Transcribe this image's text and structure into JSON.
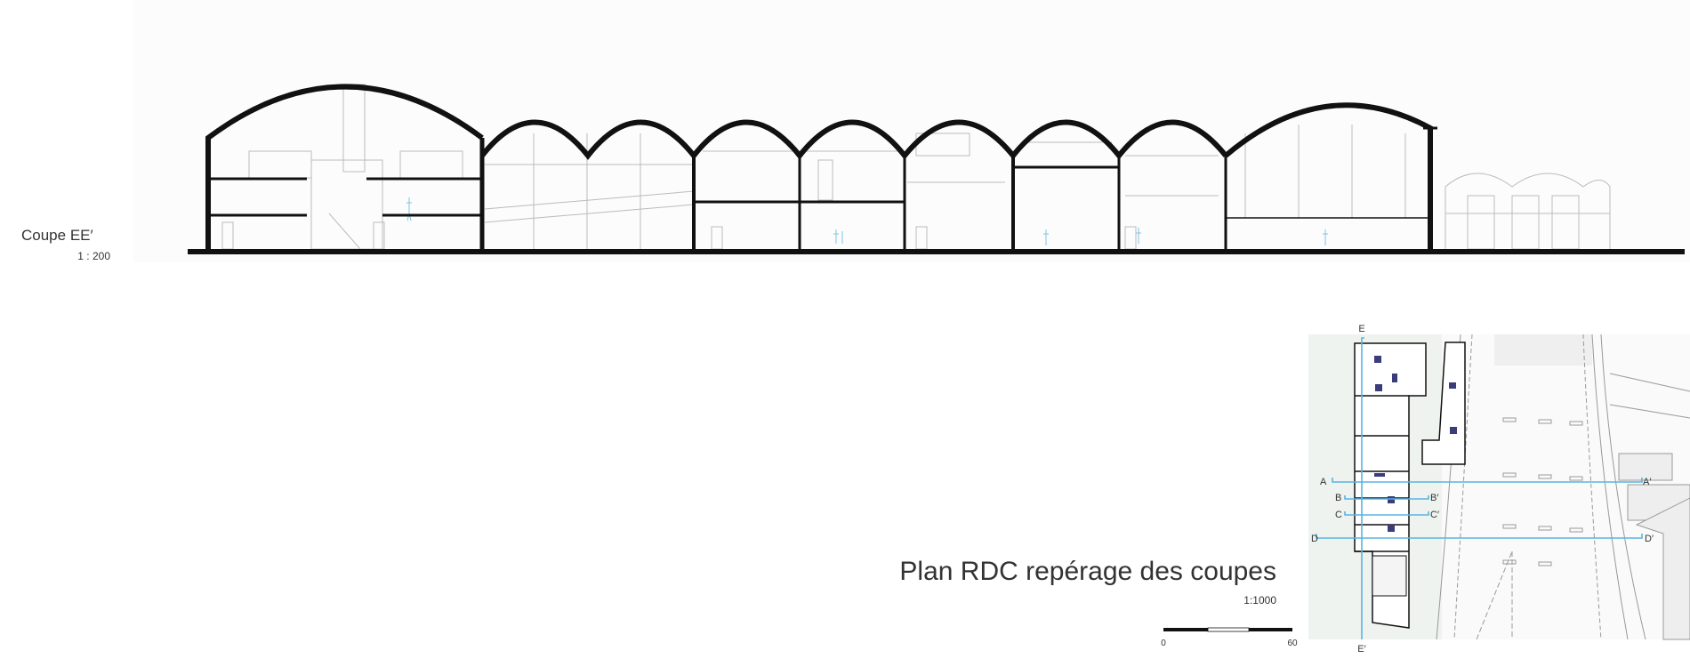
{
  "section": {
    "title": "Coupe EE′",
    "scale": "1 : 200"
  },
  "plan": {
    "title": "Plan RDC repérage des coupes",
    "scale": "1:1000",
    "scalebar": {
      "min": "0",
      "max": "60"
    },
    "cut_labels": {
      "e_start": "E",
      "e_end": "E′",
      "a_start": "A",
      "a_end": "A′",
      "b_start": "B",
      "b_end": "B′",
      "c_start": "C",
      "c_end": "C′",
      "d_start": "D",
      "d_end": "D′"
    }
  },
  "colors": {
    "cut_line": "#5ab4e0",
    "section_ink": "#111111"
  }
}
